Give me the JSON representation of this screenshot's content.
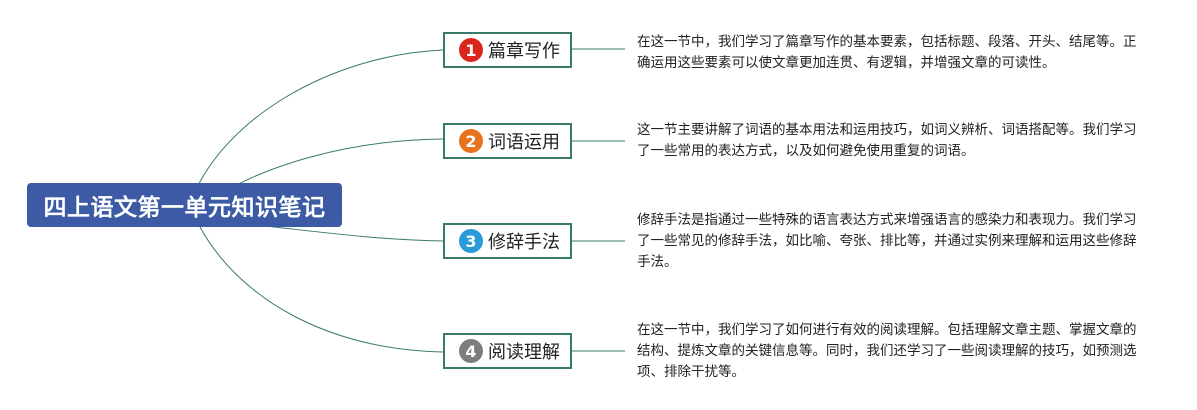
{
  "colors": {
    "root_bg": "#3c5ba4",
    "connector": "#3a7a68",
    "badge_1": "#d9261c",
    "badge_2": "#e8731f",
    "badge_3": "#2b9ad9",
    "badge_4": "#7d7d7d"
  },
  "root": {
    "title": "四上语文第一单元知识笔记"
  },
  "branches": [
    {
      "number": "1",
      "label": "篇章写作",
      "note": "在这一节中，我们学习了篇章写作的基本要素，包括标题、段落、开头、结尾等。正确运用这些要素可以使文章更加连贯、有逻辑，并增强文章的可读性。"
    },
    {
      "number": "2",
      "label": "词语运用",
      "note": "这一节主要讲解了词语的基本用法和运用技巧，如词义辨析、词语搭配等。我们学习了一些常用的表达方式，以及如何避免使用重复的词语。"
    },
    {
      "number": "3",
      "label": "修辞手法",
      "note": "修辞手法是指通过一些特殊的语言表达方式来增强语言的感染力和表现力。我们学习了一些常见的修辞手法，如比喻、夸张、排比等，并通过实例来理解和运用这些修辞手法。"
    },
    {
      "number": "4",
      "label": "阅读理解",
      "note": "在这一节中，我们学习了如何进行有效的阅读理解。包括理解文章主题、掌握文章的结构、提炼文章的关键信息等。同时，我们还学习了一些阅读理解的技巧，如预测选项、排除干扰等。"
    }
  ]
}
